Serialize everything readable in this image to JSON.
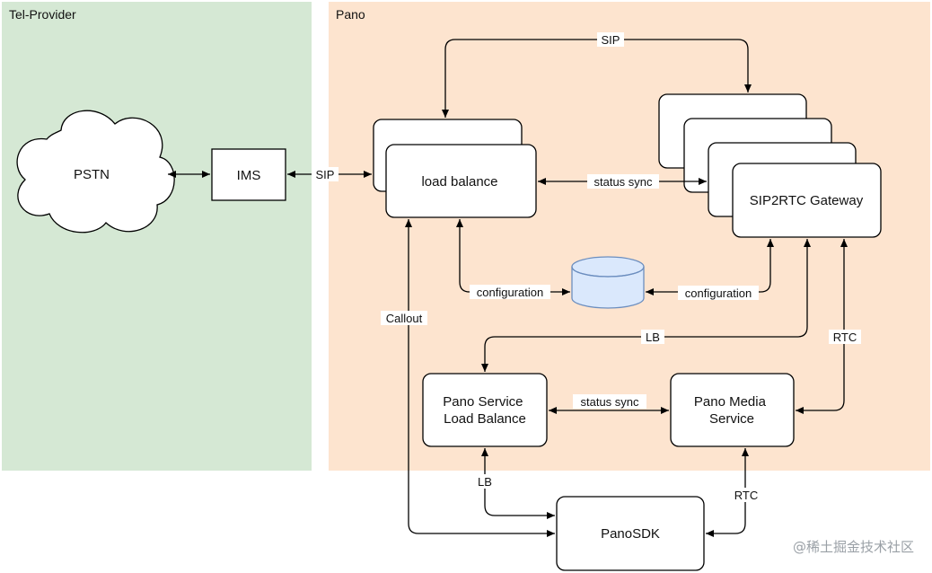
{
  "zones": {
    "tel_provider": "Tel-Provider",
    "pano": "Pano"
  },
  "nodes": {
    "pstn": "PSTN",
    "ims": "IMS",
    "load_balance": "load balance",
    "sip2rtc_gateway": "SIP2RTC Gateway",
    "pano_service_lb": [
      "Pano Service",
      "Load Balance"
    ],
    "pano_media_service": [
      "Pano Media",
      "Service"
    ],
    "pano_sdk": "PanoSDK"
  },
  "edges": {
    "sip_top": "SIP",
    "sip_ims": "SIP",
    "status_sync_top": "status sync",
    "configuration_left": "configuration",
    "configuration_right": "configuration",
    "callout": "Callout",
    "lb_top": "LB",
    "rtc_right": "RTC",
    "status_sync_bottom": "status sync",
    "lb_bottom": "LB",
    "rtc_bottom": "RTC"
  },
  "watermark": "@稀土掘金技术社区",
  "colors": {
    "tel_provider_bg": "#d5e8d4",
    "pano_bg": "#fde4cf",
    "database_fill": "#dae8fc",
    "database_stroke": "#6c8ebf"
  }
}
